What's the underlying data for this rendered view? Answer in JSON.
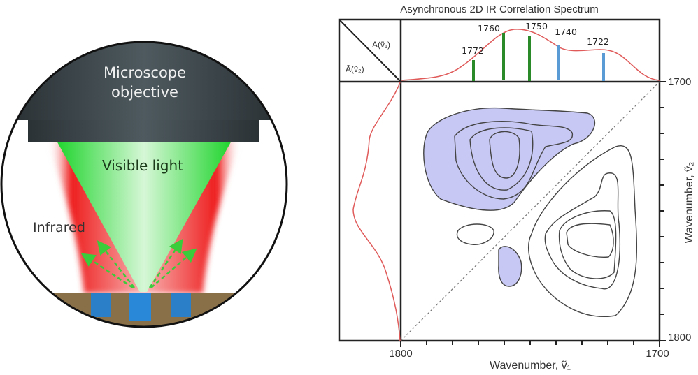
{
  "left_figure": {
    "objective_label_line1": "Microscope",
    "objective_label_line2": "objective",
    "visible_label": "Visible light",
    "infrared_label": "Infrared",
    "colors": {
      "objective": "#3a4247",
      "visible_beam": "#22dd33",
      "infrared_beam": "#ee1c1c",
      "substrate": "#8a7048",
      "sample": "#2a7fc8"
    }
  },
  "right_figure": {
    "title": "Asynchronous 2D IR Correlation Spectrum",
    "corner_top_label": "Ā(ṽ₁)",
    "corner_bottom_label": "Ā(ṽ₂)",
    "x_axis": {
      "label": "Wavenumber, ṽ₁",
      "tick_start": "1800",
      "tick_end": "1700"
    },
    "y_axis": {
      "label": "Wavenumber, ṽ₂",
      "tick_start": "1700",
      "tick_end": "1800"
    },
    "peaks": [
      {
        "label": "1772",
        "color": "#2a8a2a"
      },
      {
        "label": "1760",
        "color": "#2a8a2a"
      },
      {
        "label": "1750",
        "color": "#2a8a2a"
      },
      {
        "label": "1740",
        "color": "#5b9bd5"
      },
      {
        "label": "1722",
        "color": "#5b9bd5"
      }
    ],
    "colors": {
      "spectrum": "#e05a5a",
      "negative_fill": "#c8c8f5",
      "contour": "#444444"
    }
  },
  "chart_data": {
    "type": "heatmap",
    "title": "Asynchronous 2D IR Correlation Spectrum",
    "xlabel": "Wavenumber, ṽ₁",
    "ylabel": "Wavenumber, ṽ₂",
    "xlim": [
      1800,
      1700
    ],
    "ylim": [
      1700,
      1800
    ],
    "top_spectrum_label": "Ā(ṽ₁)",
    "side_spectrum_label": "Ā(ṽ₂)",
    "annotated_peaks": [
      1772,
      1760,
      1750,
      1740,
      1722
    ],
    "peak_groups": {
      "green": [
        1772,
        1760,
        1750
      ],
      "blue": [
        1740,
        1722
      ]
    },
    "cross_peaks": [
      {
        "x": 1762,
        "y": 1725,
        "sign": "negative",
        "levels": 4
      },
      {
        "x": 1726,
        "y": 1760,
        "sign": "positive",
        "levels": 4
      },
      {
        "x": 1775,
        "y": 1757,
        "sign": "positive",
        "levels": 1
      },
      {
        "x": 1763,
        "y": 1774,
        "sign": "negative",
        "levels": 1
      }
    ],
    "grid": false
  }
}
